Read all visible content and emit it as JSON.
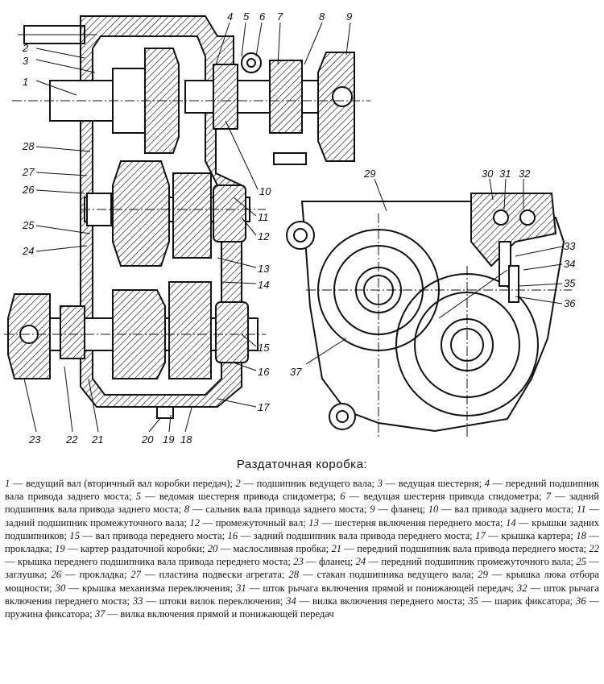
{
  "title": "Раздаточная коробка:",
  "callouts": [
    "1",
    "2",
    "3",
    "4",
    "5",
    "6",
    "7",
    "8",
    "9",
    "10",
    "11",
    "12",
    "13",
    "14",
    "15",
    "16",
    "17",
    "18",
    "19",
    "20",
    "21",
    "22",
    "23",
    "24",
    "25",
    "26",
    "27",
    "28",
    "29",
    "30",
    "31",
    "32",
    "33",
    "34",
    "35",
    "36",
    "37"
  ],
  "legend": [
    {
      "num": "1",
      "text": "ведущий вал (вторичный вал коробки передач);"
    },
    {
      "num": "2",
      "text": "подшипник ведущего вала;"
    },
    {
      "num": "3",
      "text": "ведущая шестерня;"
    },
    {
      "num": "4",
      "text": "передний подшипник вала привода заднего моста;"
    },
    {
      "num": "5",
      "text": "ведомая шестерня привода спидометра;"
    },
    {
      "num": "6",
      "text": "ведущая шестерня привода спидометра;"
    },
    {
      "num": "7",
      "text": "задний подшипник вала привода заднего моста;"
    },
    {
      "num": "8",
      "text": "сальник вала привода заднего моста;"
    },
    {
      "num": "9",
      "text": "фланец;"
    },
    {
      "num": "10",
      "text": "вал привода заднего моста;"
    },
    {
      "num": "11",
      "text": "задний подшипник промежуточного вала;"
    },
    {
      "num": "12",
      "text": "промежуточный вал;"
    },
    {
      "num": "13",
      "text": "шестерня включения переднего моста;"
    },
    {
      "num": "14",
      "text": "крышки задних подшипников;"
    },
    {
      "num": "15",
      "text": "вал привода переднего моста;"
    },
    {
      "num": "16",
      "text": "задний подшипник вала привода переднего моста;"
    },
    {
      "num": "17",
      "text": "крышка картера;"
    },
    {
      "num": "18",
      "text": "прокладка;"
    },
    {
      "num": "19",
      "text": "картер раздаточной коробки;"
    },
    {
      "num": "20",
      "text": "маслосливная пробка;"
    },
    {
      "num": "21",
      "text": "передний подшипник вала привода переднего моста;"
    },
    {
      "num": "22",
      "text": "крышка переднего подшипника вала привода переднего моста;"
    },
    {
      "num": "23",
      "text": "фланец;"
    },
    {
      "num": "24",
      "text": "передний подшипник промежуточного вала;"
    },
    {
      "num": "25",
      "text": "заглушка;"
    },
    {
      "num": "26",
      "text": "прокладка;"
    },
    {
      "num": "27",
      "text": "пластина подвески агрегата;"
    },
    {
      "num": "28",
      "text": "стакан подшипника ведущего вала;"
    },
    {
      "num": "29",
      "text": "крышка люка отбора мощности;"
    },
    {
      "num": "30",
      "text": "крышка механизма переключения;"
    },
    {
      "num": "31",
      "text": "шток рычага включения прямой и понижающей передач;"
    },
    {
      "num": "32",
      "text": "шток рычага включения переднего моста;"
    },
    {
      "num": "33",
      "text": "штоки вилок переключения;"
    },
    {
      "num": "34",
      "text": "вилка включения переднего моста;"
    },
    {
      "num": "35",
      "text": "шарик фиксатора;"
    },
    {
      "num": "36",
      "text": "пружина фиксатора;"
    },
    {
      "num": "37",
      "text": "вилка включения прямой и понижающей передач"
    }
  ]
}
